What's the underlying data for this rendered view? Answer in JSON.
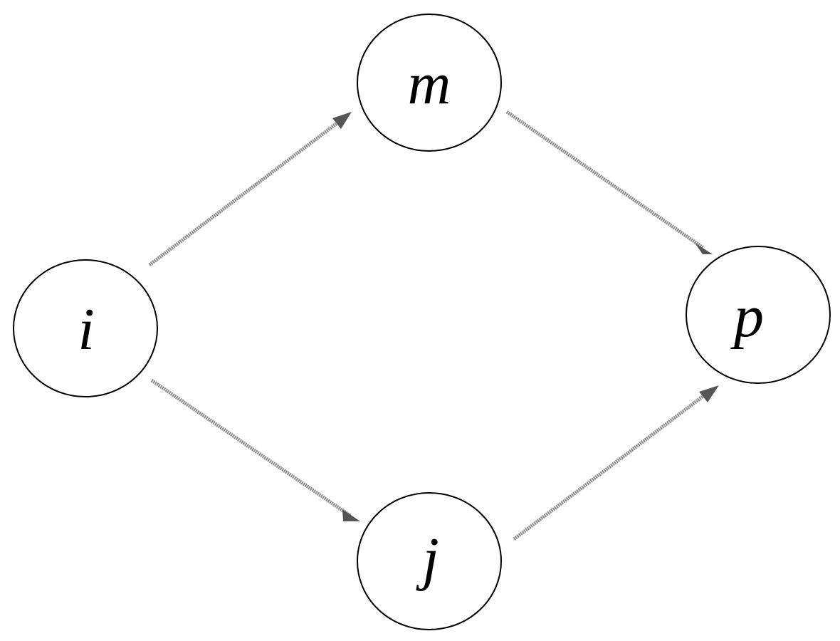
{
  "nodes": [
    {
      "id": "m",
      "label": "m"
    },
    {
      "id": "i",
      "label": "i"
    },
    {
      "id": "p",
      "label": "p"
    },
    {
      "id": "j",
      "label": "j"
    }
  ],
  "edges": [
    {
      "from": "i",
      "to": "m"
    },
    {
      "from": "m",
      "to": "p"
    },
    {
      "from": "i",
      "to": "j"
    },
    {
      "from": "j",
      "to": "p"
    }
  ]
}
